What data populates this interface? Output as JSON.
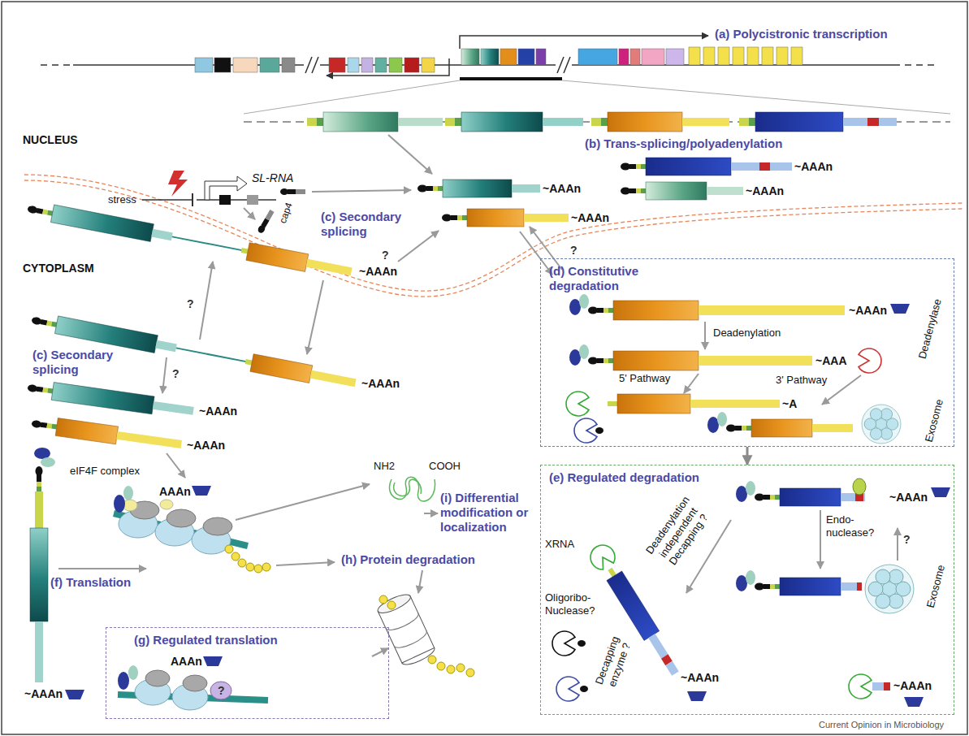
{
  "diagram": {
    "nodes": [
      {
        "text": [
          "(d) Constitutive degradation"
        ]
      },
      {
        "text": [
          "(e) Regulated degradation"
        ]
      },
      {
        "text": [
          "(g) Regulated translation"
        ]
      }
    ],
    "edges": [
      {
        "from": 0,
        "to": 1,
        "arrow": "to"
      }
    ],
    "labels": [
      "(a) Polycistronic transcription",
      "NUCLEUS",
      "(b) Trans-splicing/polyadenylation",
      "SL-RNA",
      "stress",
      "cap4",
      "(c) Secondary splicing",
      "?",
      "~AAAn",
      "~AAAn",
      "~AAAn",
      "~AAAn",
      "~AAAn",
      "?",
      "CYTOPLASM",
      "?",
      "(c) Secondary splicing",
      "?",
      "~AAAn",
      "~AAAn",
      "~AAAn",
      "Deadenylation",
      "Deadenylase",
      "5' Pathway",
      "3' Pathway",
      "~AAAn",
      "~AAA",
      "~A",
      "Exosome",
      "eIF4F complex",
      "AAAn",
      "~AAAn",
      "NH2",
      "COOH",
      "(i) Differential modification or localization",
      "(f) Translation",
      "(h) Protein degradation",
      "AAAn",
      "?",
      "~AAAn",
      "Endo-nuclease?",
      "Deadenylation independent Decapping ?",
      "Exosome",
      "?",
      "XRNA",
      "Oligoribo-Nuclease?",
      "Decapping enzyme ?",
      "~AAAn",
      "~AAAn",
      "Current Opinion in Microbiology"
    ]
  }
}
